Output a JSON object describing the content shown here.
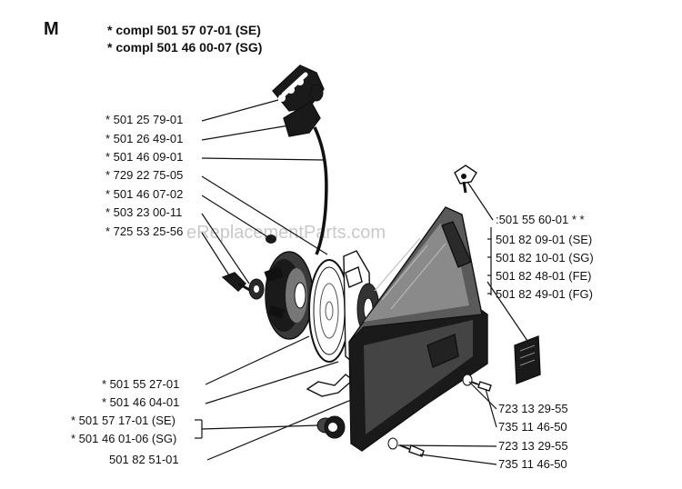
{
  "corner_letter": "M",
  "watermark": "eReplacementParts.com",
  "header": {
    "line1": "*  compl 501 57 07-01 (SE)",
    "line2": "*  compl 501 46 00-07 (SG)"
  },
  "left_labels": [
    "*  501 25 79-01",
    "*  501 26 49-01",
    "*  501 46 09-01",
    "*  729 22 75-05",
    "*  501 46 07-02",
    "*  503 23 00-11",
    "*  725 53 25-56"
  ],
  "bottom_left_labels": [
    "*  501 55 27-01",
    "*  501 46 04-01",
    "*  501 57 17-01 (SE)",
    "*  501 46 01-06 (SG)",
    "501 82 51-01"
  ],
  "right_labels": {
    "top": ":501 55 60-01  * *",
    "variants": [
      "501 82 09-01  (SE)",
      "501 82 10-01  (SG)",
      "501 82 48-01  (FE)",
      "501 82 49-01  (FG)"
    ],
    "bottom": [
      "723 13 29-55",
      "735 11 46-50",
      "723 13 29-55",
      "735 11 46-50"
    ]
  }
}
